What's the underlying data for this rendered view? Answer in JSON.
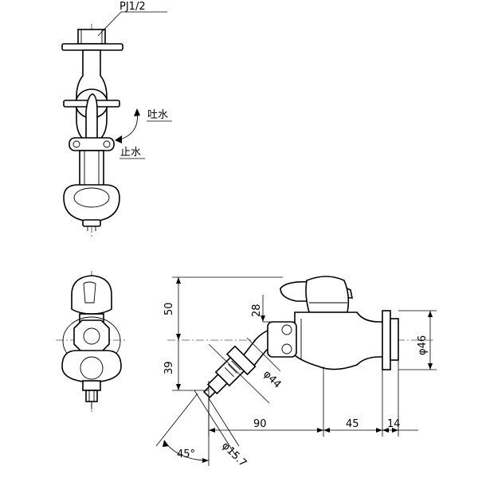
{
  "labels": {
    "thread": "PJ1/2",
    "spout_water": "吐水",
    "stop_water": "止水"
  },
  "dimensions": {
    "d50": "50",
    "d28": "28",
    "d39": "39",
    "d90": "90",
    "d45": "45",
    "d14": "14",
    "phi46": "φ46",
    "phi44": "φ44",
    "phi157": "φ15.7",
    "angle": "45°"
  }
}
